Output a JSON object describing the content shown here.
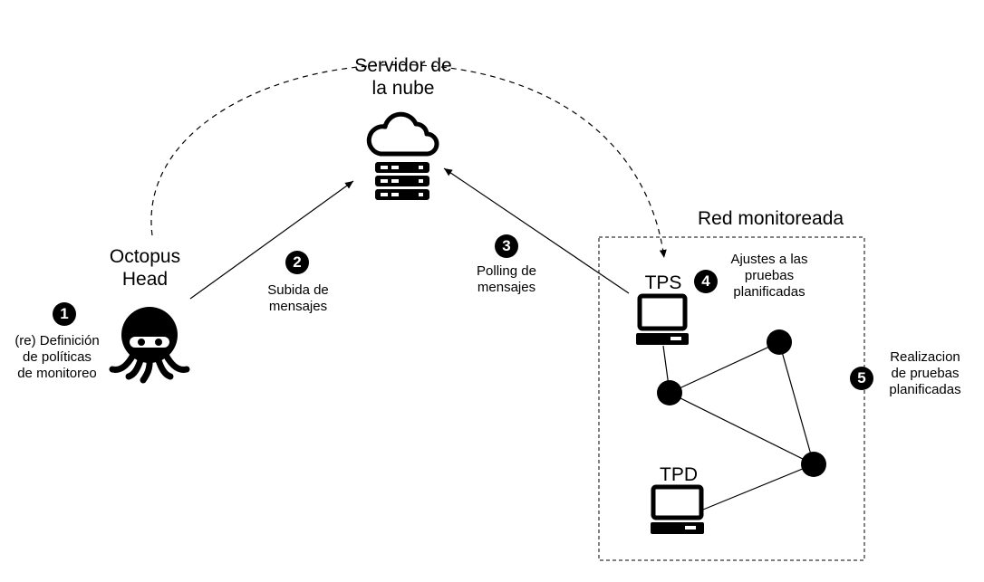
{
  "cloud_server": {
    "label_lines": [
      "Servidor de",
      "la nube"
    ]
  },
  "octopus_head": {
    "label_lines": [
      "Octopus",
      "Head"
    ]
  },
  "monitored_network": {
    "label": "Red monitoreada"
  },
  "tps": {
    "label": "TPS"
  },
  "tpd": {
    "label": "TPD"
  },
  "steps": [
    {
      "number": "1",
      "lines": [
        "(re) Definición",
        "de políticas",
        "de monitoreo"
      ]
    },
    {
      "number": "2",
      "lines": [
        "Subida de",
        "mensajes"
      ]
    },
    {
      "number": "3",
      "lines": [
        "Polling de",
        "mensajes"
      ]
    },
    {
      "number": "4",
      "lines": [
        "Ajustes a las",
        "pruebas",
        "planificadas"
      ]
    },
    {
      "number": "5",
      "lines": [
        "Realizacion",
        "de pruebas",
        "planificadas"
      ]
    }
  ]
}
